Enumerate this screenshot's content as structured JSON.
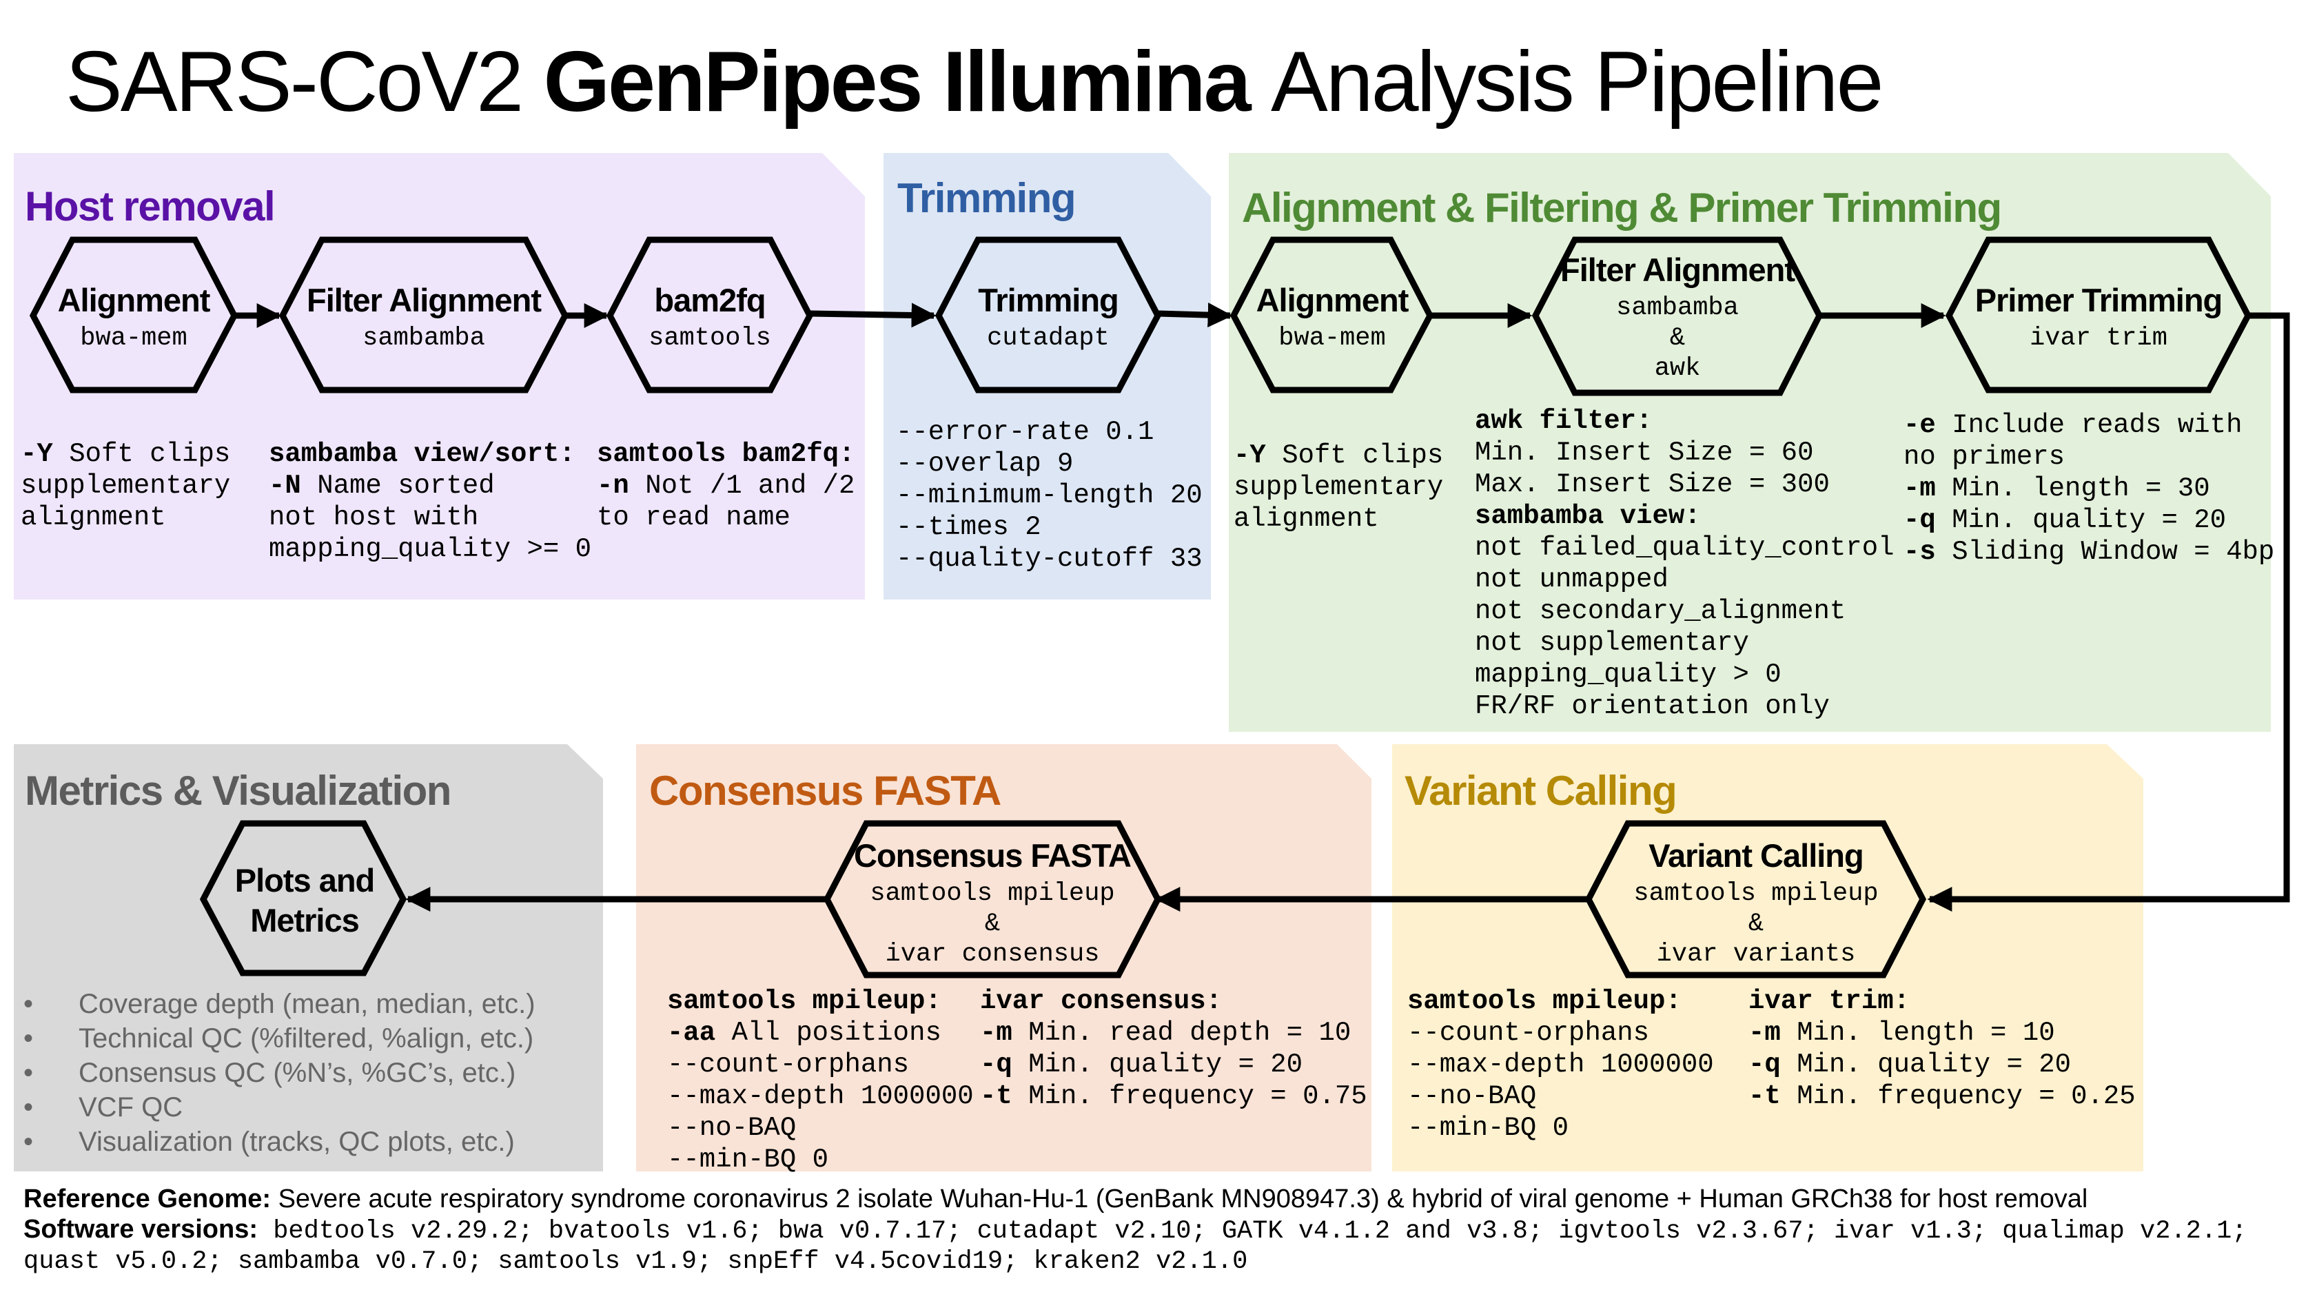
{
  "title": {
    "part1": "SARS-CoV2",
    "part2": "GenPipes Illumina",
    "part3": "Analysis Pipeline"
  },
  "colors": {
    "host_bg": "#efe6fb",
    "host_title": "#5a12a6",
    "trim_bg": "#dde6f4",
    "trim_title": "#2f5ea3",
    "align_bg": "#e3f0db",
    "align_title": "#4f8a35",
    "metrics_bg": "#d9d9d9",
    "metrics_title": "#5c5c5c",
    "consensus_bg": "#f9e3d6",
    "consensus_title": "#c05a12",
    "variant_bg": "#fdf1cf",
    "variant_title": "#b58a06"
  },
  "sections": {
    "host_removal": {
      "title": "Host removal",
      "nodes": [
        {
          "title": "Alignment",
          "sub": [
            "bwa-mem"
          ]
        },
        {
          "title": "Filter Alignment",
          "sub": [
            "sambamba"
          ]
        },
        {
          "title": "bam2fq",
          "sub": [
            "samtools"
          ]
        }
      ],
      "notes": [
        [
          "-Y",
          " Soft clips",
          "supplementary",
          "alignment"
        ],
        [
          "sambamba view/sort:",
          "-N",
          " Name sorted",
          "not host with",
          "mapping_quality >= 0"
        ],
        [
          "samtools bam2fq:",
          "-n",
          " Not /1 and /2",
          "to read name"
        ]
      ]
    },
    "trimming": {
      "title": "Trimming",
      "nodes": [
        {
          "title": "Trimming",
          "sub": [
            "cutadapt"
          ]
        }
      ],
      "notes": [
        "--error-rate 0.1",
        "--overlap 9",
        "--minimum-length 20",
        "--times 2",
        "--quality-cutoff 33"
      ]
    },
    "alignment": {
      "title": "Alignment & Filtering & Primer Trimming",
      "nodes": [
        {
          "title": "Alignment",
          "sub": [
            "bwa-mem"
          ]
        },
        {
          "title": "Filter Alignment",
          "sub": [
            "sambamba",
            "&",
            "awk"
          ]
        },
        {
          "title": "Primer Trimming",
          "sub": [
            "ivar trim"
          ]
        }
      ],
      "notes_align": [
        "-Y",
        " Soft clips",
        "supplementary",
        "alignment"
      ],
      "notes_filter": [
        "awk filter:",
        "Min. Insert Size = 60",
        "Max. Insert Size = 300",
        "sambamba view:",
        "not failed_quality_control",
        "not unmapped",
        "not secondary_alignment",
        "not supplementary",
        "mapping_quality > 0",
        "FR/RF orientation only"
      ],
      "notes_primer": [
        {
          "flag": "-e",
          "text": " Include reads with"
        },
        {
          "flag": "",
          "text": "no primers"
        },
        {
          "flag": "-m",
          "text": " Min. length = 30"
        },
        {
          "flag": "-q",
          "text": " Min. quality = 20"
        },
        {
          "flag": "-s",
          "text": " Sliding Window = 4bp"
        }
      ]
    },
    "metrics": {
      "title": "Metrics & Visualization",
      "node": {
        "title_lines": [
          "Plots and",
          "Metrics"
        ]
      },
      "bullet_char": "•",
      "bullets": [
        "Coverage depth (mean, median, etc.)",
        "Technical QC (%filtered, %align, etc.)",
        "Consensus QC (%N’s, %GC’s, etc.)",
        "VCF QC",
        "Visualization (tracks, QC plots, etc.)"
      ]
    },
    "consensus": {
      "title": "Consensus FASTA",
      "node": {
        "title": "Consensus FASTA",
        "sub": [
          "samtools mpileup",
          "&",
          "ivar consensus"
        ]
      },
      "notes_left": [
        "samtools mpileup:",
        "-aa",
        " All positions",
        "--count-orphans",
        "--max-depth 1000000",
        "--no-BAQ",
        "--min-BQ 0"
      ],
      "notes_right": [
        {
          "flag": "ivar consensus:",
          "text": ""
        },
        {
          "flag": "-m",
          "text": " Min. read depth = 10"
        },
        {
          "flag": "-q",
          "text": " Min. quality = 20"
        },
        {
          "flag": "-t",
          "text": " Min. frequency = 0.75"
        }
      ]
    },
    "variant": {
      "title": "Variant Calling",
      "node": {
        "title": "Variant Calling",
        "sub": [
          "samtools mpileup",
          "&",
          "ivar variants"
        ]
      },
      "notes_left": [
        "samtools mpileup:",
        "--count-orphans",
        "--max-depth 1000000",
        "--no-BAQ",
        "--min-BQ 0"
      ],
      "notes_right": [
        {
          "flag": "ivar trim:",
          "text": ""
        },
        {
          "flag": "-m",
          "text": " Min. length = 10"
        },
        {
          "flag": "-q",
          "text": " Min. quality = 20"
        },
        {
          "flag": "-t",
          "text": " Min. frequency = 0.25"
        }
      ]
    }
  },
  "footer": {
    "ref_label": "Reference Genome:",
    "ref_text": " Severe acute respiratory syndrome coronavirus 2 isolate Wuhan-Hu-1 (GenBank MN908947.3) & hybrid of viral genome + Human GRCh38 for host removal",
    "sw_label": "Software versions:",
    "sw_line1": " bedtools v2.29.2; bvatools v1.6; bwa v0.7.17; cutadapt v2.10; GATK v4.1.2 and v3.8; igvtools v2.3.67; ivar v1.3; qualimap v2.2.1;",
    "sw_line2": "quast v5.0.2; sambamba v0.7.0; samtools v1.9; snpEff v4.5covid19; kraken2 v2.1.0"
  }
}
